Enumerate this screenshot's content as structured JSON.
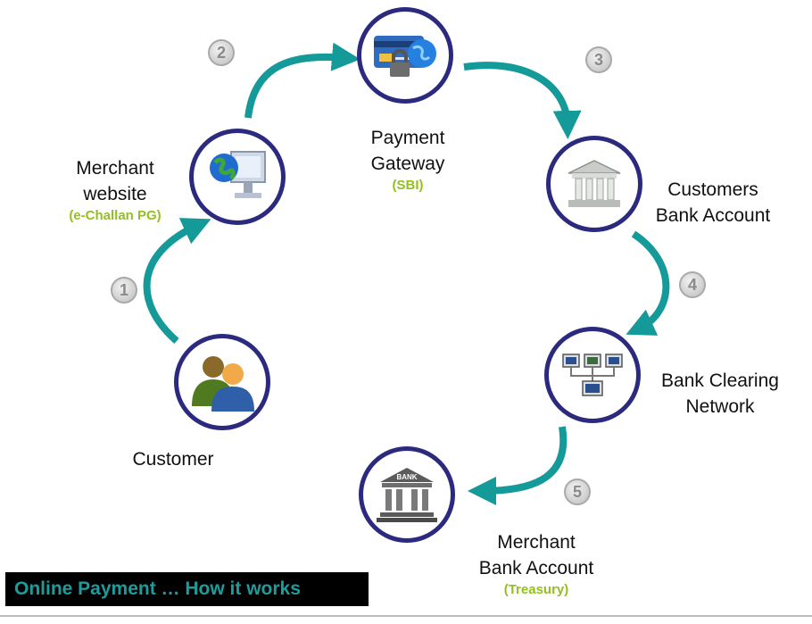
{
  "nodes": {
    "customer": {
      "label": "Customer",
      "icon": "users-icon"
    },
    "merchant_website": {
      "line1": "Merchant",
      "line2": "website",
      "sub": "(e-Challan PG)",
      "icon": "computer-globe-icon"
    },
    "payment_gateway": {
      "line1": "Payment",
      "line2": "Gateway",
      "sub": "(SBI)",
      "icon": "credit-card-lock-icon"
    },
    "customers_bank": {
      "line1": "Customers",
      "line2": "Bank Account",
      "icon": "bank-building-icon"
    },
    "clearing_network": {
      "line1": "Bank Clearing",
      "line2": "Network",
      "icon": "network-monitors-icon"
    },
    "merchant_bank": {
      "line1": "Merchant",
      "line2": "Bank Account",
      "sub": "(Treasury)",
      "icon": "bank-icon",
      "bank_text": "BANK"
    }
  },
  "steps": [
    "1",
    "2",
    "3",
    "4",
    "5"
  ],
  "footer": {
    "title": "Online Payment … How it works"
  },
  "colors": {
    "ring": "#2b2a7e",
    "arrow": "#159a9a",
    "sub_label": "#93c01f",
    "footer_text": "#1d9c9c"
  }
}
